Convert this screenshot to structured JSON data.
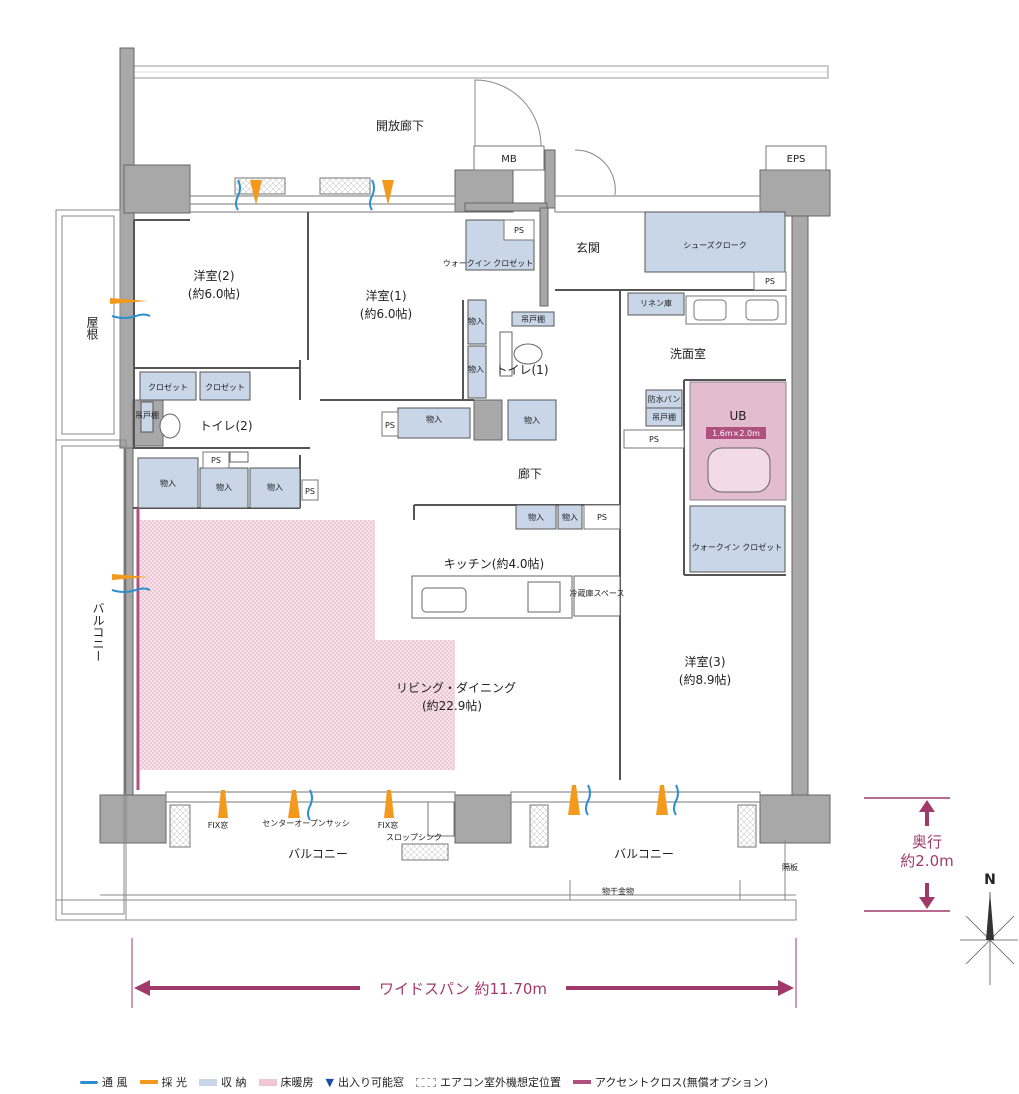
{
  "rooms": {
    "open_corridor": "開放廊下",
    "mb": "MB",
    "eps": "EPS",
    "western2": "洋室(2)",
    "western2_area": "(約6.0帖)",
    "western1": "洋室(1)",
    "western1_area": "(約6.0帖)",
    "entrance": "玄関",
    "shoes_cloak": "シューズクローク",
    "walkin1": "ウォークイン\nクロゼット",
    "roof": "屋根",
    "toilet1": "トイレ(1)",
    "toilet2": "トイレ(2)",
    "washroom": "洗面室",
    "linen": "リネン庫",
    "waterpan": "防水パン",
    "cabinet": "吊戸棚",
    "ub": "UB",
    "ub_size": "1.6m×2.0m",
    "corridor": "廊下",
    "kitchen": "キッチン(約4.0帖)",
    "fridge": "冷蔵庫スペース",
    "living": "リビング・ダイニング",
    "living_area": "(約22.9帖)",
    "western3": "洋室(3)",
    "western3_area": "(約8.9帖)",
    "walkin2": "ウォークイン\nクロゼット",
    "balcony_side": "バルコニー",
    "balcony_left": "バルコニー",
    "balcony_right": "バルコニー",
    "closet": "クロゼット",
    "storage": "物入",
    "ps": "PS",
    "fix_window": "FIX窓",
    "center_open": "センターオープンサッシ",
    "slop_sink": "スロップシンク",
    "drying": "物干金物",
    "partition": "隔板"
  },
  "dimensions": {
    "depth_label": "奥行",
    "depth_value": "約2.0m",
    "wide_span": "ワイドスパン  約11.70m"
  },
  "compass": "N",
  "legend": {
    "ventilation": "通 風",
    "daylight": "採 光",
    "storage": "収 納",
    "floor_heating": "床暖房",
    "access_window": "出入り可能窓",
    "ac_outdoor": "エアコン室外機想定位置",
    "accent_cloth": "アクセントクロス(無償オプション)"
  },
  "colors": {
    "wall": "#a8a8a8",
    "storage": "#c9d6e8",
    "floor_heating": "#e9b8c6",
    "ub": "#e4bcd0",
    "accent": "#b0507f",
    "daylight": "#f39a1e",
    "ventilation": "#2b8fd0"
  }
}
